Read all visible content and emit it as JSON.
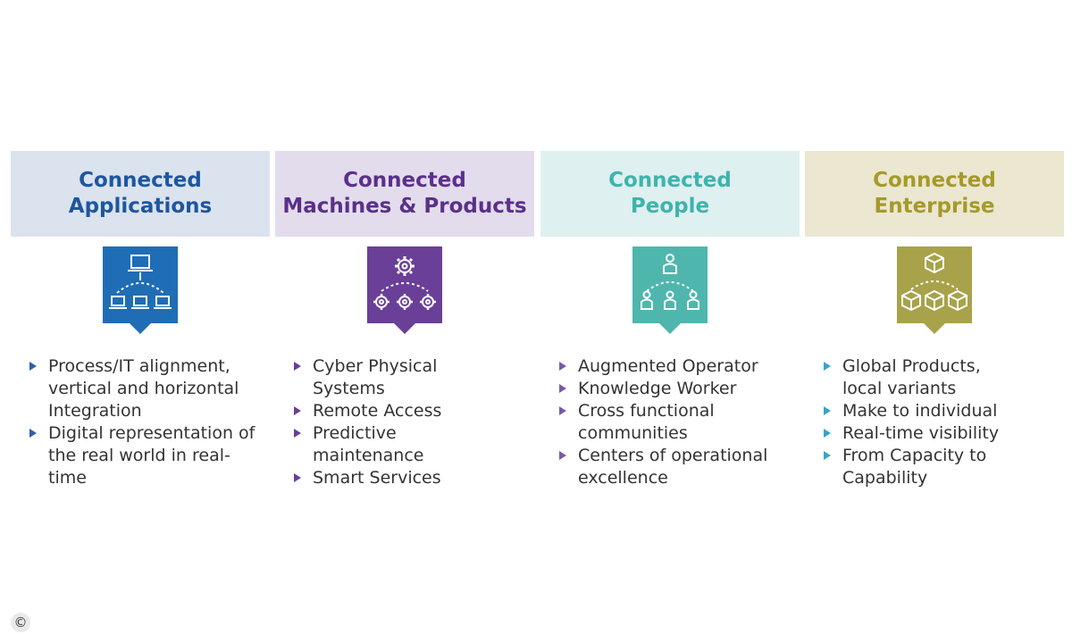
{
  "columns": [
    {
      "title_line1": "Connected",
      "title_line2": "Applications",
      "header_bg": "#dbe3ee",
      "title_color": "#1e56a0",
      "icon_color": "#1f6db5",
      "icon": "network-computers-icon",
      "bullets": [
        [
          "Process/IT alignment,",
          "vertical and horizontal",
          "Integration"
        ],
        [
          "Digital representation of",
          "the real world in real-",
          "time"
        ]
      ],
      "bullet_color": "#2f5fa8"
    },
    {
      "title_line1": "Connected",
      "title_line2": "Machines & Products",
      "header_bg": "#e2dcec",
      "title_color": "#5b2f8c",
      "icon_color": "#6a3f98",
      "icon": "gears-icon",
      "bullets": [
        [
          "Cyber Physical",
          "Systems"
        ],
        [
          "Remote Access"
        ],
        [
          "Predictive",
          "maintenance"
        ],
        [
          "Smart Services"
        ]
      ],
      "bullet_color": "#6a3f98"
    },
    {
      "title_line1": "Connected",
      "title_line2": "People",
      "header_bg": "#def0ef",
      "title_color": "#3fb3ad",
      "icon_color": "#4fb6ae",
      "icon": "people-hierarchy-icon",
      "bullets": [
        [
          "Augmented Operator"
        ],
        [
          "Knowledge Worker"
        ],
        [
          "Cross functional",
          "communities"
        ],
        [
          "Centers of operational",
          "excellence"
        ]
      ],
      "bullet_color": "#7a5aa8"
    },
    {
      "title_line1": "Connected",
      "title_line2": "Enterprise",
      "header_bg": "#ebe7d0",
      "title_color": "#a59a2a",
      "icon_color": "#a8a24a",
      "icon": "cubes-icon",
      "bullets": [
        [
          "Global Products,",
          "local variants"
        ],
        [
          "Make to individual"
        ],
        [
          "Real-time visibility"
        ],
        [
          "From Capacity to",
          "Capability"
        ]
      ],
      "bullet_color": "#35a6c9"
    }
  ],
  "copyright_symbol": "©"
}
